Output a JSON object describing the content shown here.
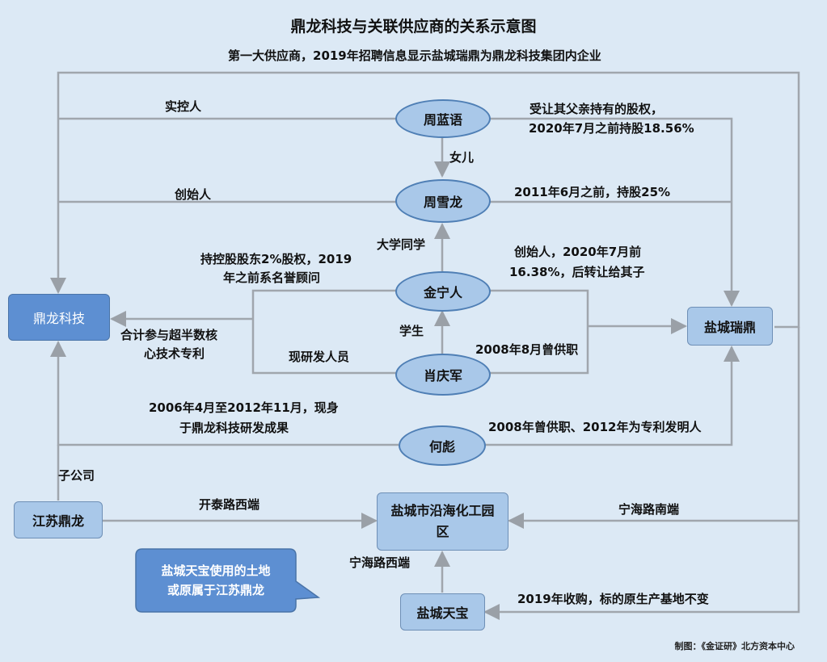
{
  "title": "鼎龙科技与关联供应商的关系示意图",
  "nodes": {
    "dinglong": "鼎龙科技",
    "yancheng_ruiding": "盐城瑞鼎",
    "zhou_lianyu": "周蓝语",
    "zhou_xuelong": "周雪龙",
    "jin_ningren": "金宁人",
    "xiao_qingjun": "肖庆军",
    "he_biao": "何彪",
    "jiangsu_dinglong": "江苏鼎龙",
    "chemical_park": "盐城市沿海化工园区",
    "yancheng_tianbao": "盐城天宝"
  },
  "labels": {
    "top_supplier": "第一大供应商，2019年招聘信息显示盐城瑞鼎为鼎龙科技集团内企业",
    "actual_controller": "实控人",
    "share_transfer_1": "受让其父亲持有的股权，",
    "share_transfer_2": "2020年7月之前持股18.56%",
    "daughter": "女儿",
    "founder": "创始人",
    "before_2011": "2011年6月之前，持股25%",
    "classmate": "大学同学",
    "holding_1": "持控股股东2%股权，2019",
    "holding_2": "年之前系名誉顾问",
    "founder_2020_1": "创始人，2020年7月前",
    "founder_2020_2": "16.38%，后转让给其子",
    "patents_1": "合计参与超半数核",
    "patents_2": "心技术专利",
    "student": "学生",
    "researcher": "现研发人员",
    "employed_2008": "2008年8月曾供职",
    "research_1": "2006年4月至2012年11月，现身",
    "research_2": "于鼎龙科技研发成果",
    "employed_2008_2012": "2008年曾供职、2012年为专利发明人",
    "subsidiary": "子公司",
    "kaitai_road": "开泰路西端",
    "ninghai_south": "宁海路南端",
    "ninghai_west": "宁海路西端",
    "acquisition_2019": "2019年收购，标的原生产基地不变"
  },
  "callout": {
    "line1": "盐城天宝使用的土地",
    "line2": "或原属于江苏鼎龙"
  },
  "credit": "制图：《金证研》北方资本中心",
  "colors": {
    "background": "#dce9f5",
    "node_fill": "#a9c8e9",
    "accent_box": "#5d8fd2",
    "line": "#a0a6ad"
  }
}
